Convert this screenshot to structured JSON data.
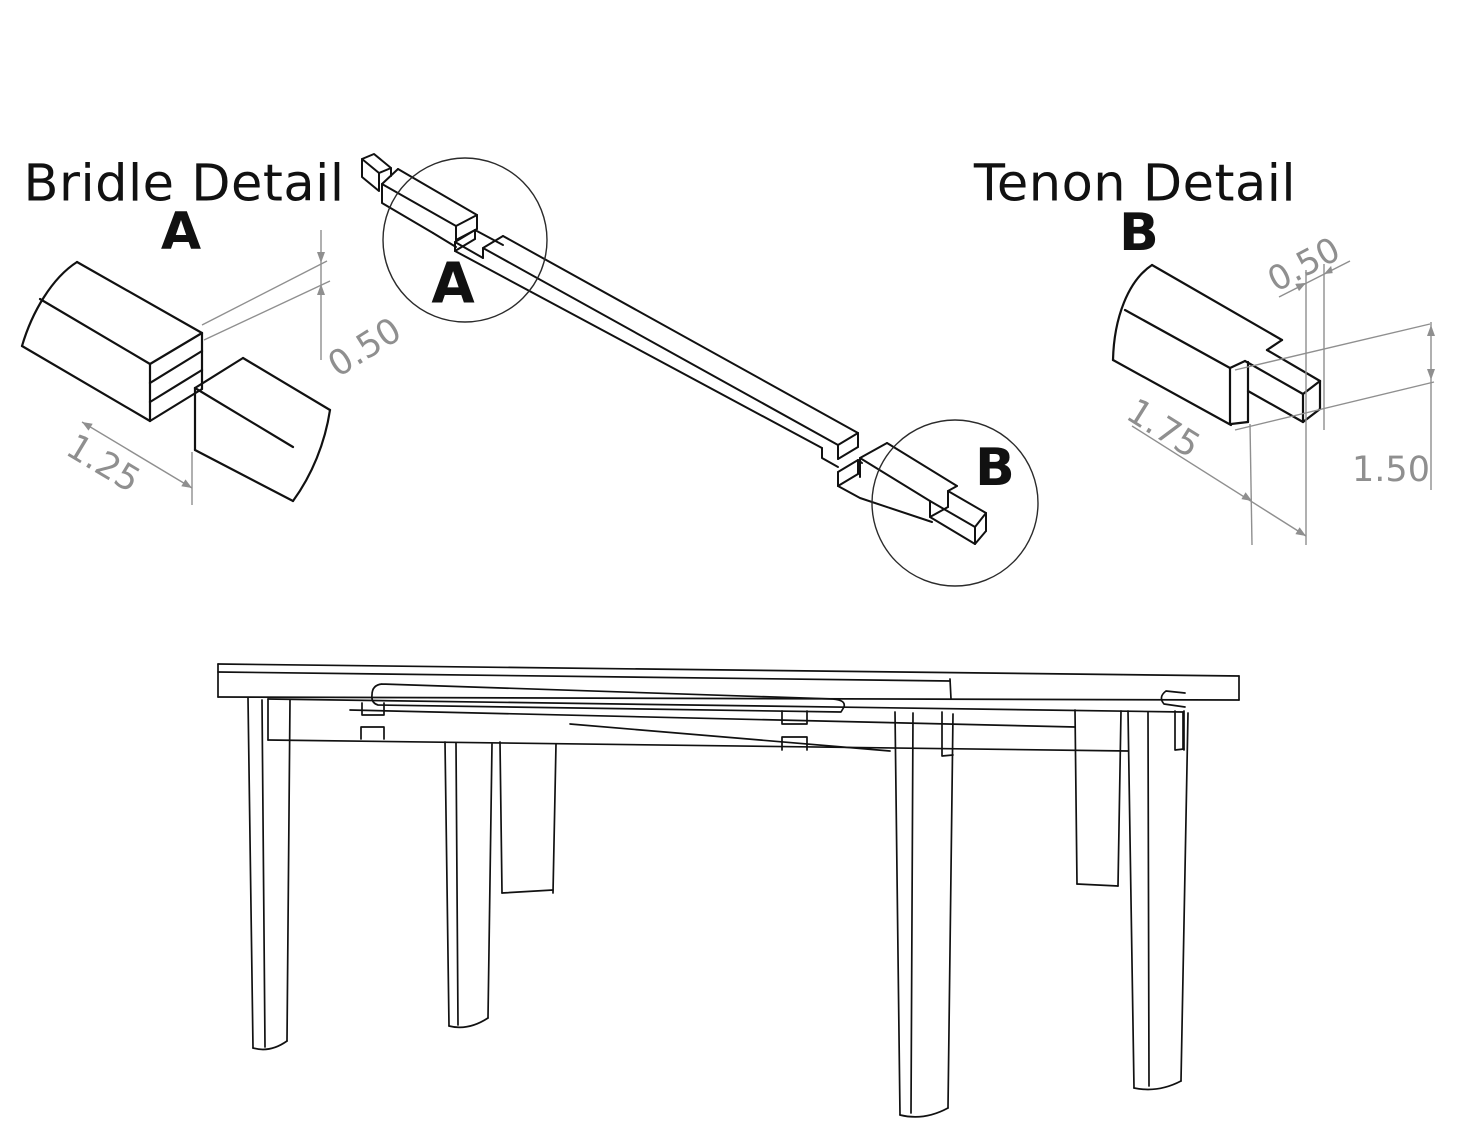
{
  "page": {
    "background": "#ffffff"
  },
  "colors": {
    "line": "#111111",
    "dimension": "#8f8f8f",
    "circle": "#2b2b2b"
  },
  "bridle": {
    "title": "Bridle Detail",
    "label": "A",
    "dim_slot_height": "0.50",
    "dim_slot_depth": "1.25"
  },
  "tenon": {
    "title": "Tenon Detail",
    "label": "B",
    "dim_thickness": "0.50",
    "dim_length": "1.75",
    "dim_height": "1.50"
  },
  "callouts": {
    "a": "A",
    "b": "B"
  }
}
